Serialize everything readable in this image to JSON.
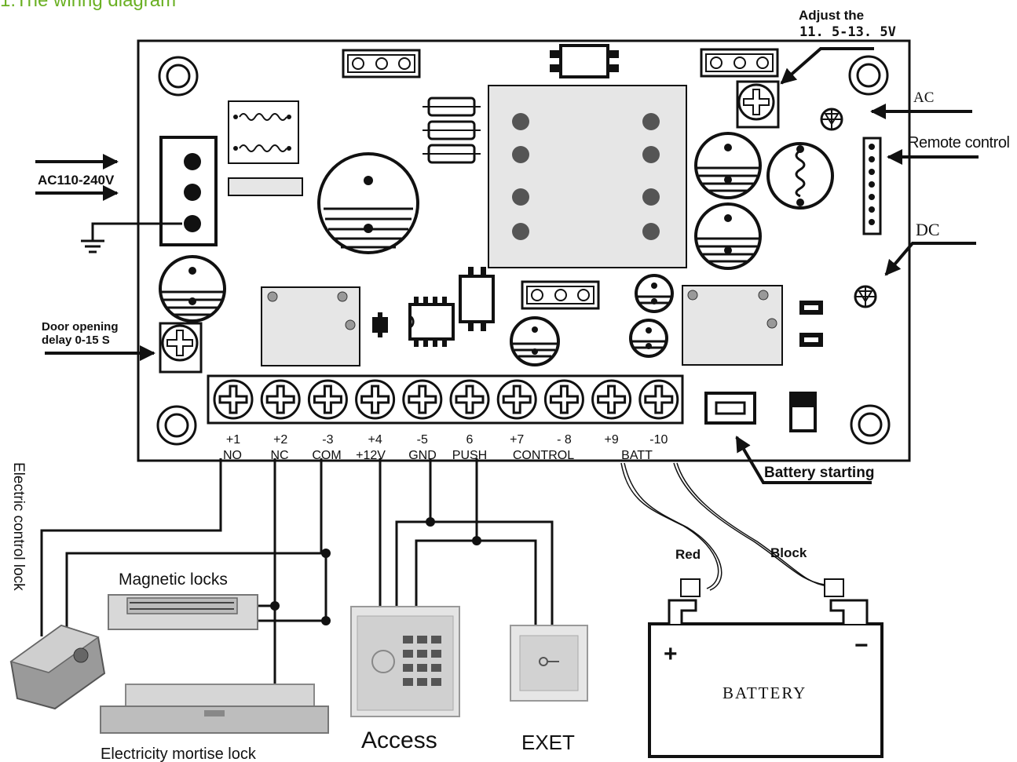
{
  "title": "1.The wiring diagram",
  "colors": {
    "title": "#6ab023",
    "ink": "#111111",
    "board_bg": "#ffffff",
    "relay_bg": "#e6e6e6"
  },
  "labels": {
    "adjust_line1": "Adjust the",
    "adjust_line2": "11. 5-13. 5V",
    "ac": "AC",
    "remote_control": "Remote control",
    "dc": "DC",
    "ac_input": "AC110-240V",
    "door_delay_line1": "Door opening",
    "door_delay_line2": "delay 0-15 S",
    "battery_starting": "Battery starting",
    "electric_control_lock": "Electric control lock",
    "magnetic_locks": "Magnetic locks",
    "mortise_lock": "Electricity mortise lock",
    "access": "Access",
    "exit": "EXET",
    "red": "Red",
    "block": "Block",
    "battery": "BATTERY",
    "battery_plus": "+",
    "battery_minus": "−"
  },
  "terminals": [
    {
      "num": "+1",
      "name": "NO"
    },
    {
      "num": "+2",
      "name": "NC"
    },
    {
      "num": "-3",
      "name": "COM"
    },
    {
      "num": "+4",
      "name": "+12V"
    },
    {
      "num": "-5",
      "name": "GND"
    },
    {
      "num": "6",
      "name": "PUSH"
    },
    {
      "num": "+7",
      "name": ""
    },
    {
      "num": "- 8",
      "name": "CONTROL"
    },
    {
      "num": "+9",
      "name": ""
    },
    {
      "num": "-10",
      "name": "BATT"
    }
  ]
}
